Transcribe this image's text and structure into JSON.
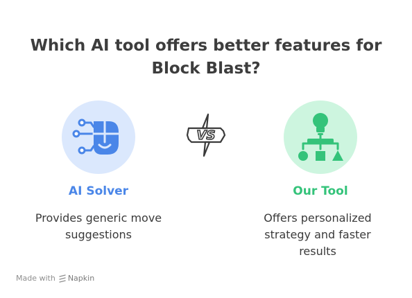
{
  "title": {
    "line1": "Which AI tool offers better features for",
    "line2": "Block Blast?"
  },
  "vs_label": "VS",
  "options": [
    {
      "title": "AI Solver",
      "description_lines": [
        "Provides generic move",
        "suggestions"
      ],
      "icon": "robot-head-icon",
      "accent": "#4a86e8",
      "circle_color": "#dbe8fd"
    },
    {
      "title": "Our Tool",
      "description_lines": [
        "Offers personalized",
        "strategy and faster",
        "results"
      ],
      "icon": "lightbulb-hierarchy-icon",
      "accent": "#34c37a",
      "circle_color": "#cdf5df"
    }
  ],
  "footer": {
    "made_with": "Made with",
    "brand": "Napkin"
  }
}
